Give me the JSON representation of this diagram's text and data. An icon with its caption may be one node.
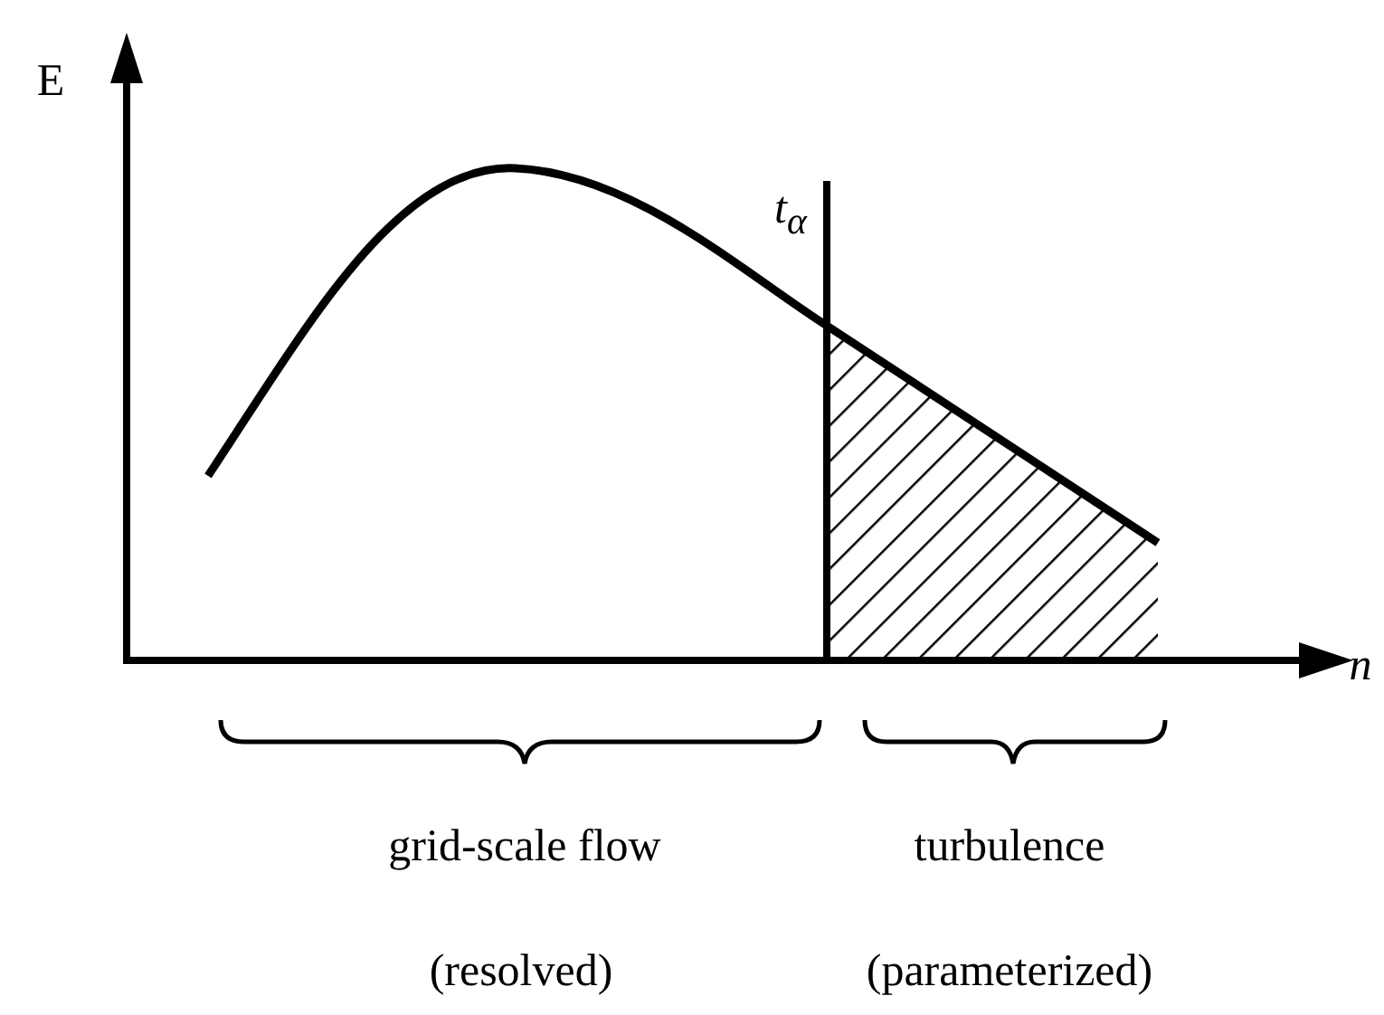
{
  "diagram": {
    "labels": [
      "E",
      "t$_{α}$",
      "n",
      "grid-scale flow",
      "(resolved)",
      "turbulence",
      "(parameterized)"
    ]
  }
}
